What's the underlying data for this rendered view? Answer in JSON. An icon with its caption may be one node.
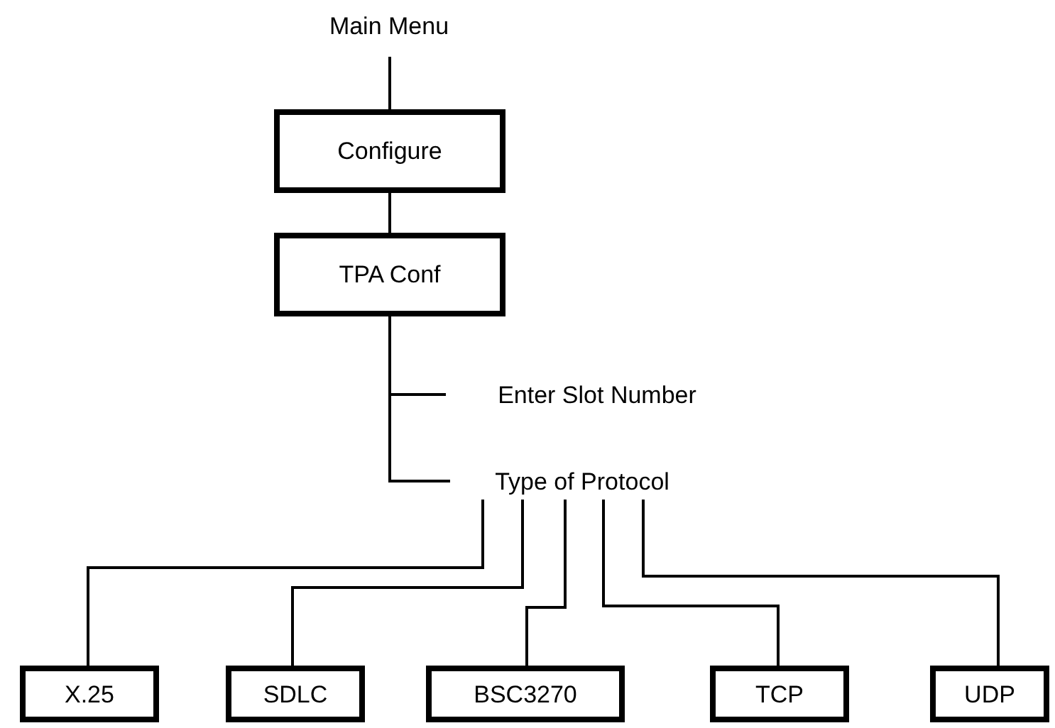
{
  "diagram": {
    "nodes": [
      {
        "text": [
          "Main Menu"
        ]
      },
      {
        "text": [
          "Configure"
        ]
      },
      {
        "text": [
          "TPA Conf"
        ]
      },
      {
        "text": [
          "Enter Slot Number"
        ]
      },
      {
        "text": [
          "Type of Protocol"
        ]
      },
      {
        "text": [
          "X.25"
        ]
      },
      {
        "text": [
          "SDLC"
        ]
      },
      {
        "text": [
          "BSC3270"
        ]
      },
      {
        "text": [
          "TCP"
        ]
      },
      {
        "text": [
          "UDP"
        ]
      }
    ],
    "edges": [
      {
        "from": 0,
        "to": 1,
        "arrow": "none"
      },
      {
        "from": 1,
        "to": 2,
        "arrow": "none"
      },
      {
        "from": 2,
        "to": 3,
        "arrow": "none"
      },
      {
        "from": 2,
        "to": 4,
        "arrow": "none"
      },
      {
        "from": 4,
        "to": 5,
        "arrow": "none"
      },
      {
        "from": 4,
        "to": 6,
        "arrow": "none"
      },
      {
        "from": 4,
        "to": 7,
        "arrow": "none"
      },
      {
        "from": 4,
        "to": 8,
        "arrow": "none"
      },
      {
        "from": 4,
        "to": 9,
        "arrow": "none"
      }
    ]
  }
}
